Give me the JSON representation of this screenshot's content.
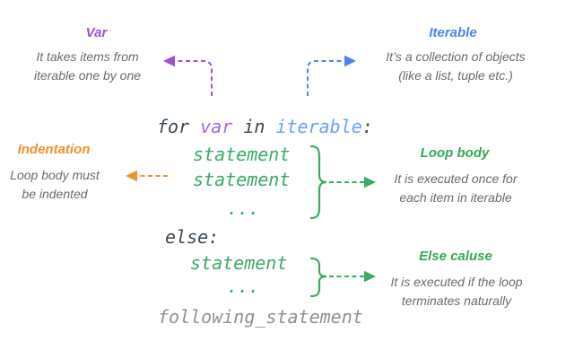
{
  "colors": {
    "purple": "#9b52d4",
    "blue": "#4b86f0",
    "orange": "#f2912d",
    "green": "#34a853",
    "code_purple": "#a26bdc",
    "code_blue": "#69a1f7",
    "code_green": "#3bab60",
    "code_dark": "#3b4752",
    "code_gray": "#909090",
    "gray_text": "#6b6b6b"
  },
  "annotations": {
    "var": {
      "label": "Var",
      "line1": "It takes items from",
      "line2": "iterable one by one"
    },
    "iterable": {
      "label": "Iterable",
      "line1": "It’s a collection of objects",
      "line2": "(like a list, tuple etc.)"
    },
    "indentation": {
      "label": "Indentation",
      "line1": "Loop body must",
      "line2": "be indented"
    },
    "loop_body": {
      "label": "Loop body",
      "line1": "It is executed once for",
      "line2": "each item in iterable"
    },
    "else_clause": {
      "label": "Else caluse",
      "line1": "It is executed if the loop",
      "line2": "terminates naturally"
    }
  },
  "code": {
    "kw_for": "for ",
    "var_token": "var",
    "kw_in": " in ",
    "iterable_token": "iterable",
    "colon": ":",
    "statement1": "statement",
    "statement2": "statement",
    "ellipsis1": "...",
    "kw_else": "else:",
    "statement3": "statement",
    "ellipsis2": "...",
    "following": "following_statement"
  }
}
